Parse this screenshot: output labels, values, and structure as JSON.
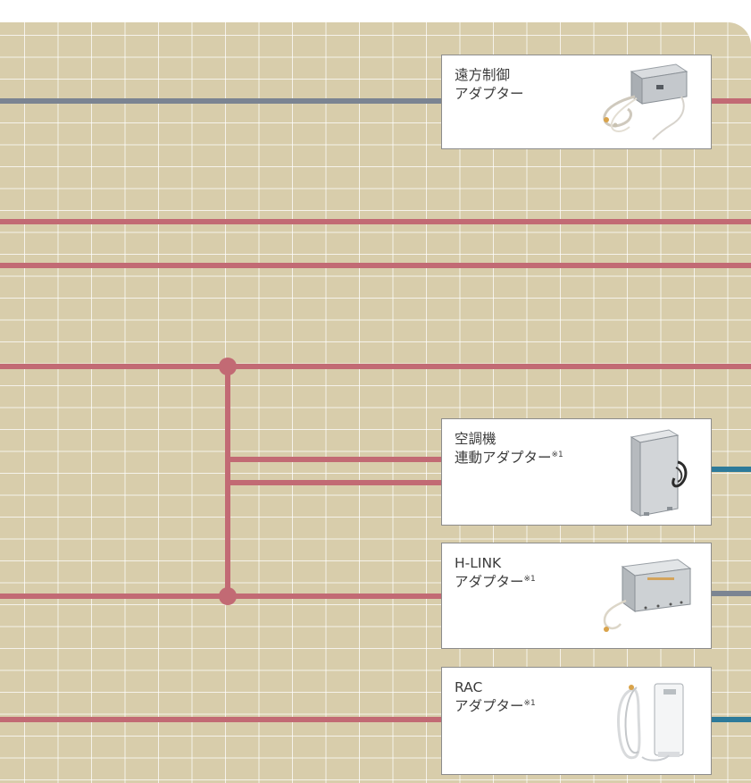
{
  "colors": {
    "board_background": "#d8cdab",
    "grid_line": "#ffffff",
    "wire_pink": "#c26a74",
    "wire_gray": "#7b8492",
    "wire_teal": "#2d7a9a",
    "card_border": "#8c8c8c"
  },
  "devices": {
    "remote": {
      "line1": "遠方制御",
      "line2": "アダプター",
      "note": "",
      "icon": "remote-control-adapter-icon"
    },
    "aircon": {
      "line1": "空調機",
      "line2": "連動アダプター",
      "note": "※1",
      "icon": "aircon-link-adapter-icon"
    },
    "hlink": {
      "line1": "H-LINK",
      "line2": "アダプター",
      "note": "※1",
      "icon": "h-link-adapter-icon"
    },
    "rac": {
      "line1": "RAC",
      "line2": "アダプター",
      "note": "※1",
      "icon": "rac-adapter-icon"
    }
  }
}
